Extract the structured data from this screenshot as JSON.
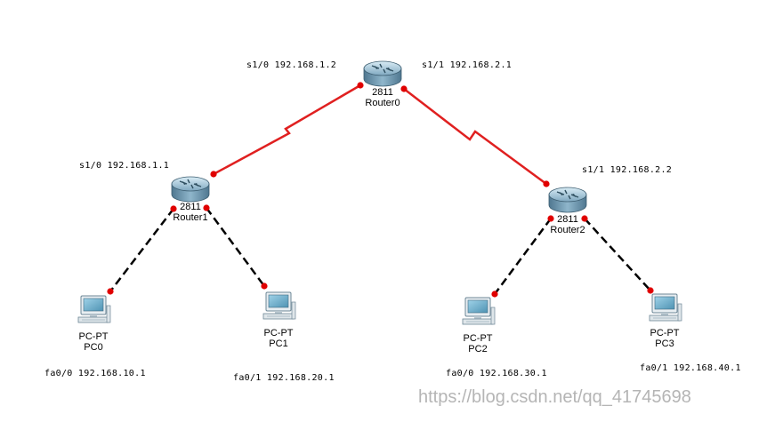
{
  "routers": [
    {
      "id": "router0",
      "model": "2811",
      "name": "Router0"
    },
    {
      "id": "router1",
      "model": "2811",
      "name": "Router1"
    },
    {
      "id": "router2",
      "model": "2811",
      "name": "Router2"
    }
  ],
  "pcs": [
    {
      "id": "pc0",
      "type": "PC-PT",
      "name": "PC0",
      "interface": "fa0/0 192.168.10.1"
    },
    {
      "id": "pc1",
      "type": "PC-PT",
      "name": "PC1",
      "interface": "fa0/1 192.168.20.1"
    },
    {
      "id": "pc2",
      "type": "PC-PT",
      "name": "PC2",
      "interface": "fa0/0 192.168.30.1"
    },
    {
      "id": "pc3",
      "type": "PC-PT",
      "name": "PC3",
      "interface": "fa0/1 192.168.40.1"
    }
  ],
  "serial_labels": {
    "router0_s1_0": "s1/0 192.168.1.2",
    "router0_s1_1": "s1/1 192.168.2.1",
    "router1_s1_0": "s1/0 192.168.1.1",
    "router2_s1_1": "s1/1 192.168.2.2"
  },
  "links": [
    {
      "from": "Router0",
      "to": "Router1",
      "kind": "serial",
      "color": "#e02020"
    },
    {
      "from": "Router0",
      "to": "Router2",
      "kind": "serial",
      "color": "#e02020"
    },
    {
      "from": "Router1",
      "to": "PC0",
      "kind": "copper-crossover",
      "color": "#000000"
    },
    {
      "from": "Router1",
      "to": "PC1",
      "kind": "copper-crossover",
      "color": "#000000"
    },
    {
      "from": "Router2",
      "to": "PC2",
      "kind": "copper-crossover",
      "color": "#000000"
    },
    {
      "from": "Router2",
      "to": "PC3",
      "kind": "copper-crossover",
      "color": "#000000"
    }
  ],
  "colors": {
    "serial": "#e02020",
    "port": "#e00000",
    "ethernet": "#000000"
  },
  "watermark": "https://blog.csdn.net/qq_41745698"
}
